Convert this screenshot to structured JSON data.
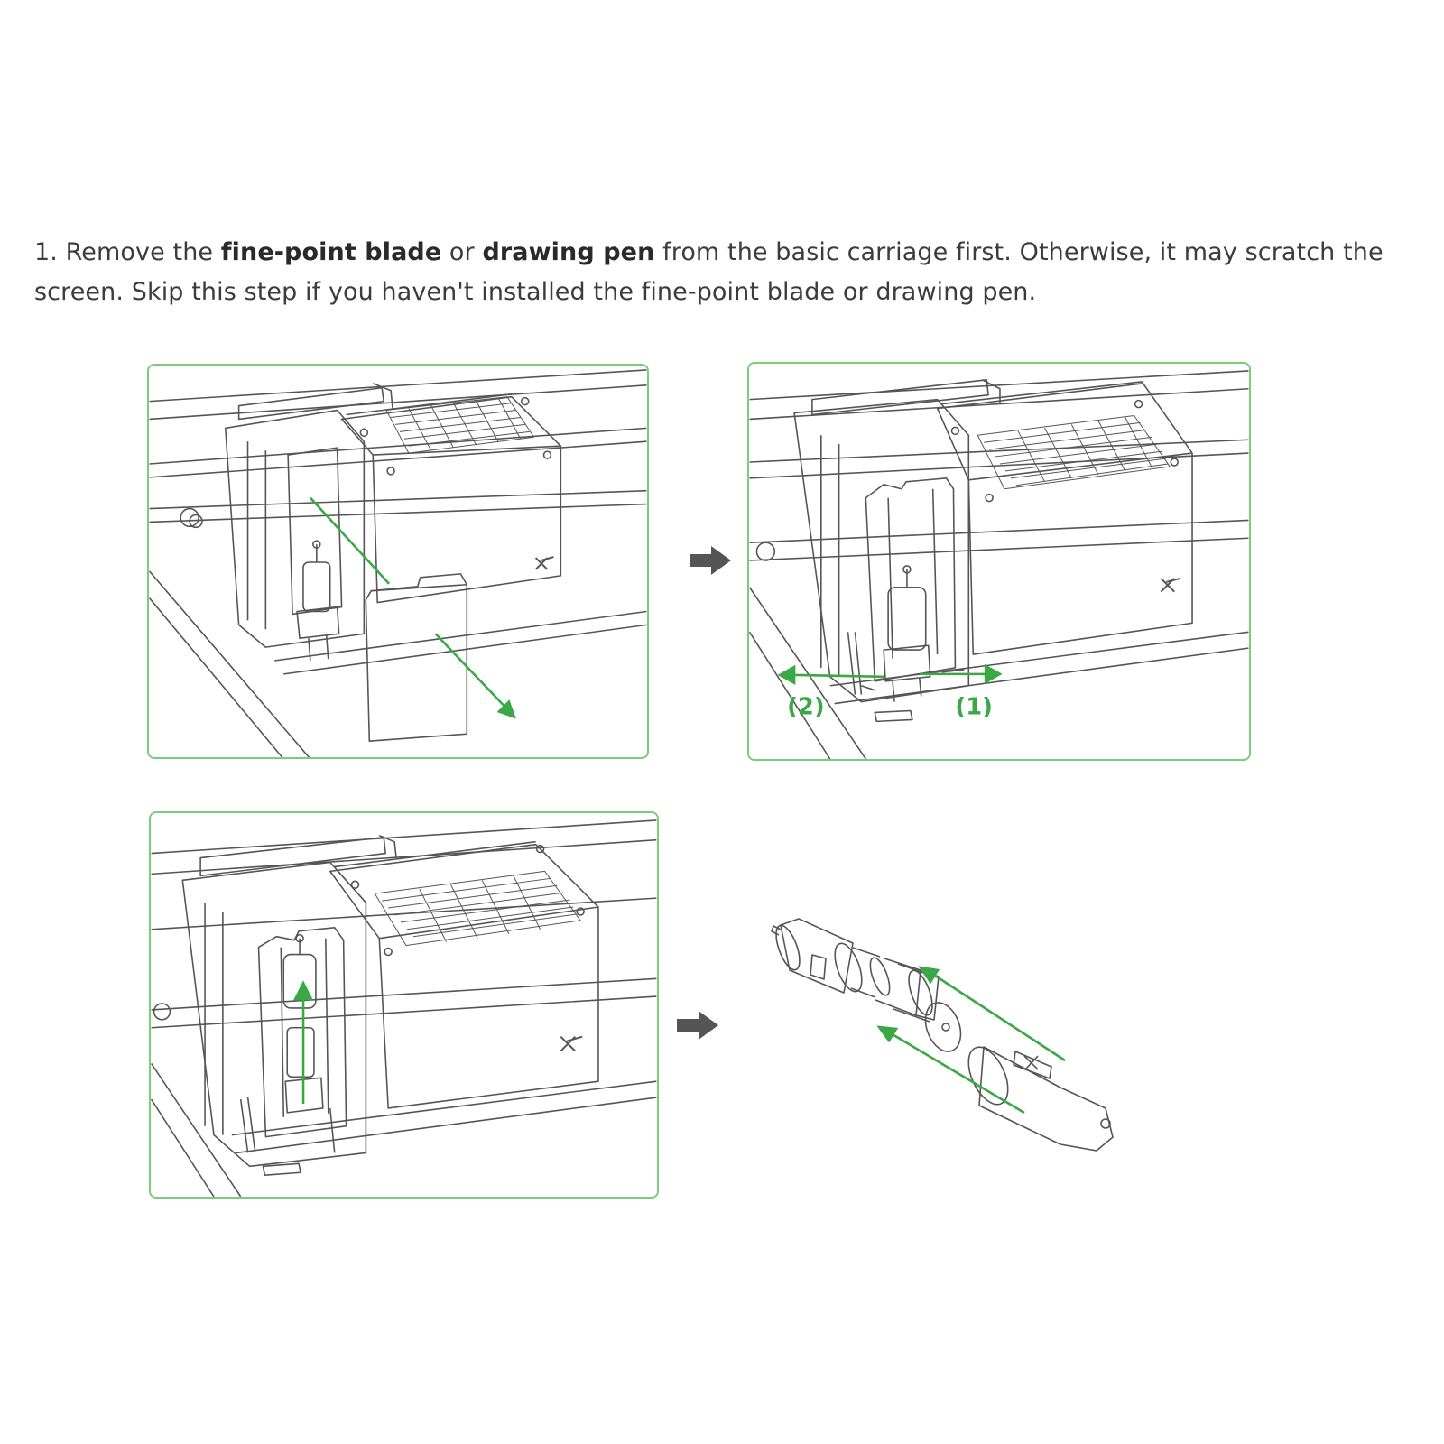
{
  "step": {
    "number": "1.",
    "segments": [
      {
        "text": " Remove the ",
        "bold": false
      },
      {
        "text": "fine-point blade",
        "bold": true
      },
      {
        "text": " or ",
        "bold": false
      },
      {
        "text": "drawing pen",
        "bold": true
      },
      {
        "text": " from the basic carriage first. Otherwise, it may scratch the screen. Skip this step if you haven't installed the fine-point blade or drawing pen.",
        "bold": false
      }
    ]
  },
  "panels": {
    "panel2": {
      "label_1": "(1)",
      "label_2": "(2)"
    }
  },
  "icons": {
    "next_arrow": "arrow-right-icon",
    "logo": "x-logo-icon"
  },
  "colors": {
    "accent_green": "#3aa845",
    "panel_border": "#7ccc7e",
    "line_art": "#555555",
    "arrow_gray": "#555555",
    "text": "#3c3c3c"
  }
}
